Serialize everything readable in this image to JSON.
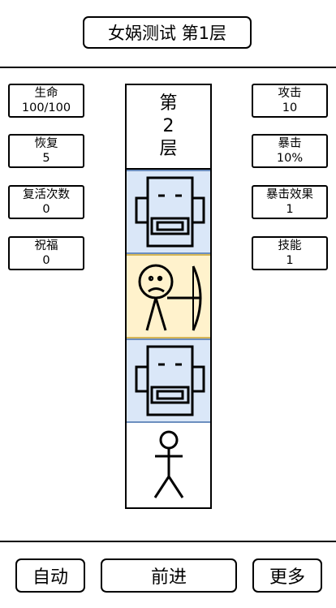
{
  "header": {
    "title": "女娲测试 第1层"
  },
  "stats_left": [
    {
      "label": "生命",
      "value": "100/100"
    },
    {
      "label": "恢复",
      "value": "5"
    },
    {
      "label": "复活次数",
      "value": "0"
    },
    {
      "label": "祝福",
      "value": "0"
    }
  ],
  "stats_right": [
    {
      "label": "攻击",
      "value": "10"
    },
    {
      "label": "暴击",
      "value": "10%"
    },
    {
      "label": "暴击效果",
      "value": "1"
    },
    {
      "label": "技能",
      "value": "1"
    }
  ],
  "tower": {
    "floor_label": [
      "第",
      "2",
      "层"
    ],
    "cells": [
      {
        "kind": "enemy",
        "icon": "robot-enemy-icon"
      },
      {
        "kind": "archer",
        "icon": "archer-icon"
      },
      {
        "kind": "enemy",
        "icon": "robot-enemy-icon"
      },
      {
        "kind": "player",
        "icon": "stick-figure-player-icon"
      }
    ]
  },
  "buttons": {
    "auto": "自动",
    "advance": "前进",
    "more": "更多"
  },
  "colors": {
    "enemy_fill": "#dae7f8",
    "enemy_border": "#6c8ebf",
    "archer_fill": "#fff2cc",
    "archer_border": "#d6b656"
  }
}
